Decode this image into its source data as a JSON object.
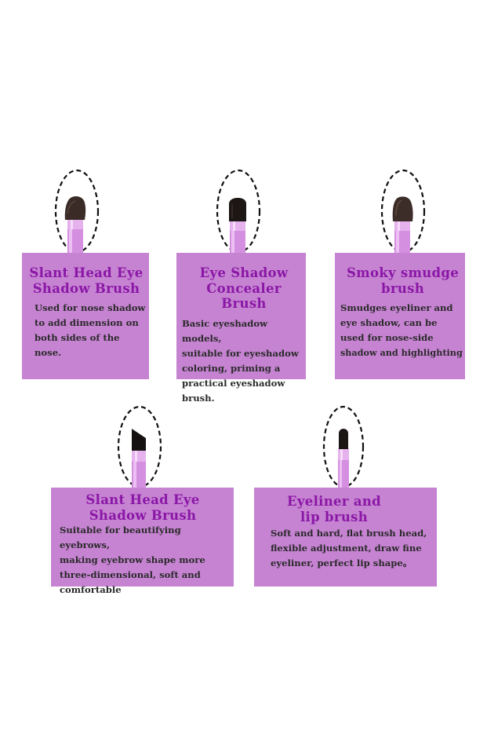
{
  "cards": [
    {
      "title_line1": "Slant Head Eye",
      "title_line2": "Shadow Brush",
      "desc_lines": [
        "Used for nose shadow",
        "to add dimension on",
        "both sides of the nose."
      ],
      "brush_icon": "angled-brush-icon"
    },
    {
      "title_line1": "Eye Shadow",
      "title_line2": "Concealer Brush",
      "desc_lines": [
        "Basic eyeshadow models,",
        "suitable for eyeshadow",
        "coloring, priming a",
        "practical eyeshadow",
        "brush."
      ],
      "brush_icon": "flat-brush-icon"
    },
    {
      "title_line1": "Smoky smudge",
      "title_line2": "brush",
      "desc_lines": [
        "Smudges eyeliner and",
        "eye shadow, can be",
        "used for nose-side",
        "shadow and highlighting"
      ],
      "brush_icon": "round-brush-icon"
    },
    {
      "title_line1": "Slant Head Eye",
      "title_line2": "Shadow Brush",
      "desc_lines": [
        "Suitable for beautifying eyebrows,",
        "making eyebrow shape more",
        "three-dimensional, soft and",
        "comfortable"
      ],
      "brush_icon": "slanted-brow-brush-icon"
    },
    {
      "title_line1": "Eyeliner and",
      "title_line2": "lip brush",
      "desc_lines": [
        "Soft and hard, flat brush head,",
        "flexible adjustment, draw fine",
        "eyeliner, perfect lip shape。"
      ],
      "brush_icon": "liner-brush-icon"
    }
  ],
  "colors": {
    "card_background": "#c683d2",
    "title_color": "#8a17a6",
    "text_color": "#2a2a2a",
    "handle_color": "#d58fe0",
    "bristle_color": "#2b2220"
  }
}
